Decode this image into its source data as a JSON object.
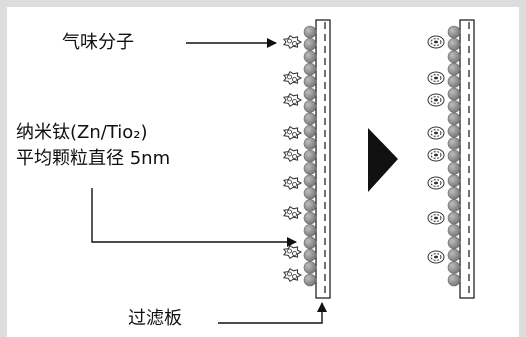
{
  "labels": {
    "odor_molecule": "气味分子",
    "nano_titanium_line1": "纳米钛(Zn/Tio₂)",
    "nano_titanium_line2": "平均颗粒直径 5nm",
    "filter_plate": "过滤板"
  },
  "colors": {
    "frame_border": "#dddddd",
    "ball": "#8c8c8c",
    "text": "#111111",
    "triangle": "#111111"
  },
  "icons": {
    "odor_molecule_before": "spiky-molecule-icon",
    "odor_molecule_after": "decomposed-ring-icon",
    "process_arrow": "right-triangle-icon"
  }
}
